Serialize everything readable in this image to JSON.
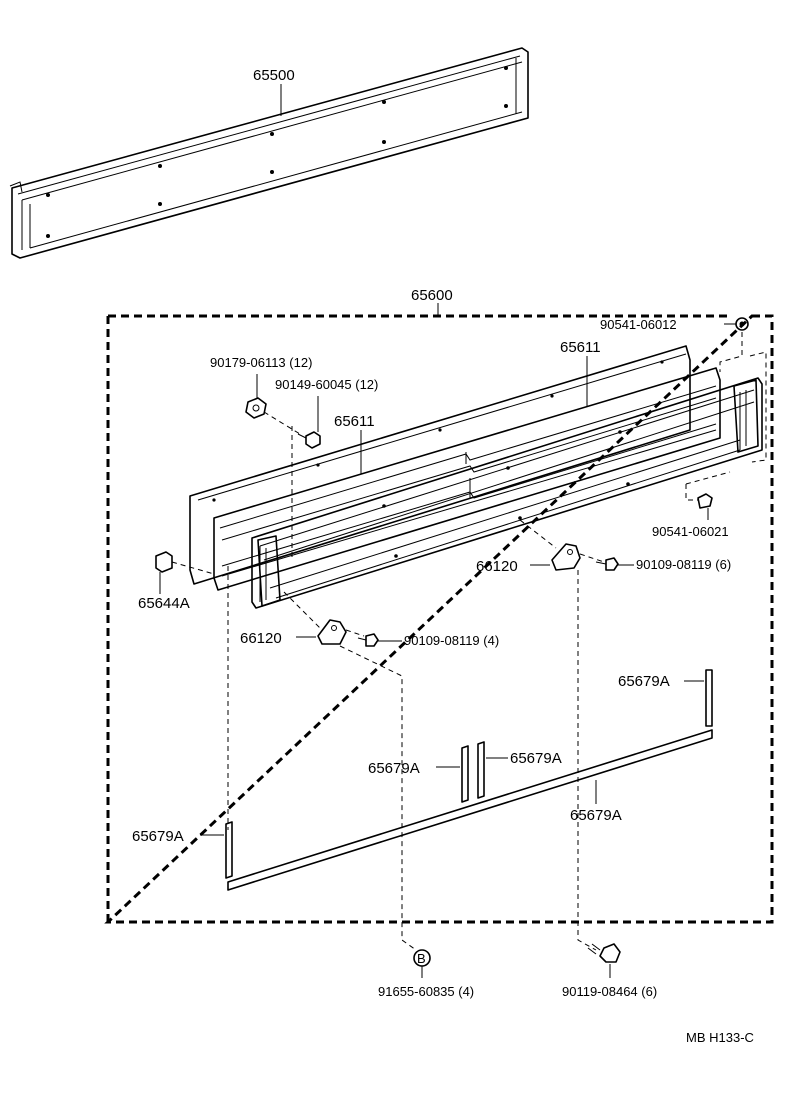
{
  "parts": {
    "p65500": "65500",
    "p65600": "65600",
    "p90541_06012": "90541-06012",
    "p65611_upper": "65611",
    "p65611_lower": "65611",
    "p90179_06113": "90179-06113 (12)",
    "p90149_60045": "90149-60045 (12)",
    "p90541_06021": "90541-06021",
    "p66120_right": "66120",
    "p90109_08119_6": "90109-08119 (6)",
    "p65644A": "65644A",
    "p66120_left": "66120",
    "p90109_08119_4": "90109-08119 (4)",
    "p65679A_right": "65679A",
    "p65679A_mid_left": "65679A",
    "p65679A_mid_right": "65679A",
    "p65679A_bottom": "65679A",
    "p65679A_left": "65679A",
    "p91655_60835": "91655-60835 (4)",
    "p90119_08464": "90119-08464 (6)",
    "footer": "MB  H133-C"
  },
  "icons": {
    "clip_glyph": "B"
  }
}
